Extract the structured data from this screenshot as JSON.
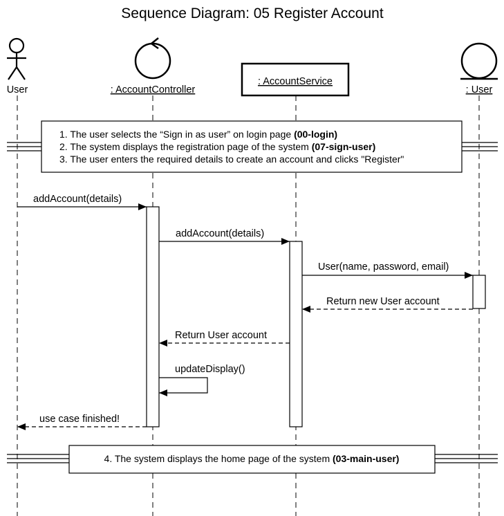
{
  "title": "Sequence Diagram: 05 Register Account",
  "participants": {
    "user_actor": {
      "label": "User",
      "kind": "actor"
    },
    "account_controller": {
      "label": ": AccountController",
      "kind": "control"
    },
    "account_service": {
      "label": ": AccountService",
      "kind": "object"
    },
    "user_entity": {
      "label": ": User",
      "kind": "entity"
    }
  },
  "note_top": {
    "line1": {
      "text": "1. The user selects the “Sign in as user” on login page ",
      "bold": "(00-login)"
    },
    "line2": {
      "text": "2. The system displays the registration page of the system ",
      "bold": "(07-sign-user)"
    },
    "line3": {
      "text": "3. The user enters the required details to create an account and clicks \"Register\""
    }
  },
  "messages": {
    "m1": "addAccount(details)",
    "m2": "addAccount(details)",
    "m3": "User(name, password, email)",
    "m4": "Return new User account",
    "m5": "Return User account",
    "m6": "updateDisplay()",
    "m7": "use case finished!"
  },
  "note_bottom": {
    "line1": {
      "text": "4. The system displays the home page of the system ",
      "bold": "(03-main-user)"
    }
  }
}
